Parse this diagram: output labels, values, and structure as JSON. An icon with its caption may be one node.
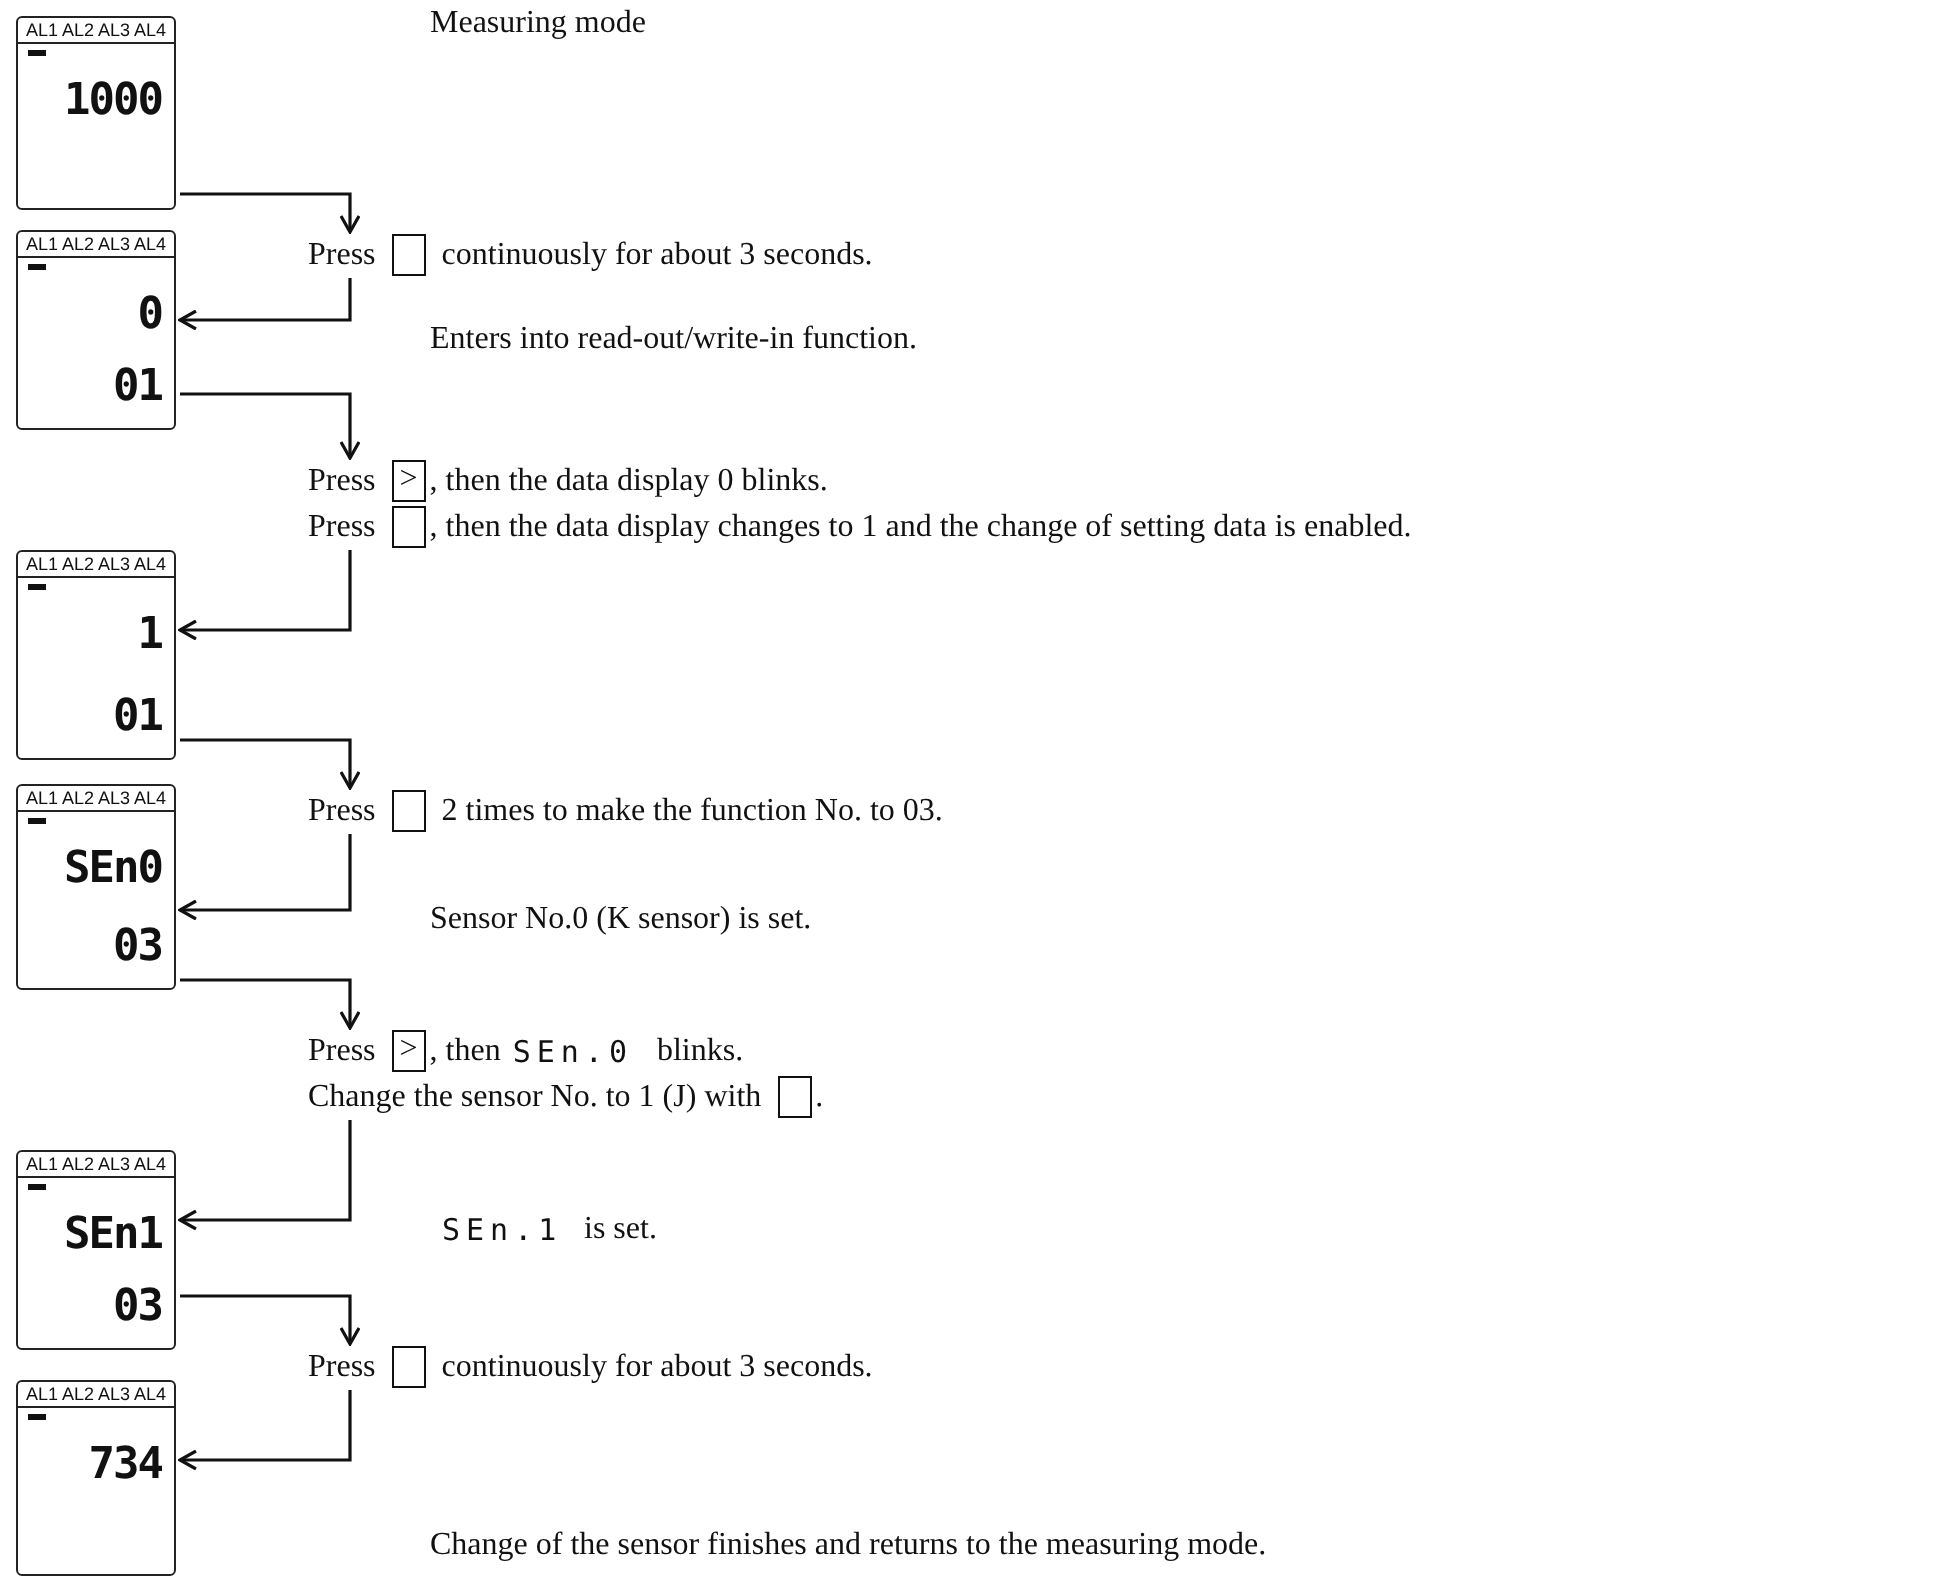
{
  "diagram": {
    "nodes": [
      {
        "text": [
          "AL1 AL2 AL3 AL4",
          "1000"
        ]
      },
      {
        "text": [
          "Press",
          "continuously for about 3 seconds."
        ]
      },
      {
        "text": [],
        "shape": "box",
        "in": 1
      },
      {
        "text": [
          "AL1 AL2 AL3 AL4",
          "0",
          "01"
        ]
      },
      {
        "text": [
          "Press",
          ", then the data display 0 blinks.",
          "Press",
          ", then the data display changes to 1 and the change of setting data is enabled."
        ]
      },
      {
        "text": [
          ">"
        ],
        "in": 4
      },
      {
        "text": [],
        "shape": "box",
        "in": 4
      },
      {
        "text": [
          "AL1 AL2 AL3 AL4",
          "1",
          "01"
        ]
      },
      {
        "text": [
          "Press",
          "2 times to make the function No. to 03."
        ]
      },
      {
        "text": [],
        "shape": "box",
        "in": 8
      },
      {
        "text": [
          "AL1 AL2 AL3 AL4",
          "SEn0",
          "03"
        ]
      },
      {
        "text": [
          "Press",
          ", then",
          "SEn.0",
          "blinks.",
          "Change the sensor No. to 1 (J) with",
          "."
        ]
      },
      {
        "text": [
          ">"
        ],
        "in": 11
      },
      {
        "text": [],
        "shape": "box",
        "in": 11
      },
      {
        "text": [
          "AL1 AL2 AL3 AL4",
          "SEn1",
          "03"
        ]
      },
      {
        "text": [
          "Press",
          "continuously for about 3 seconds."
        ]
      },
      {
        "text": [],
        "shape": "box",
        "in": 15
      },
      {
        "text": [
          "AL1 AL2 AL3 AL4",
          "734"
        ]
      }
    ],
    "labels": [
      "Measuring mode",
      "Enters into read-out/write-in function.",
      "Sensor No.0 (K sensor) is set.",
      "SEn.1",
      "is set.",
      "Change of the sensor finishes and returns to the measuring mode."
    ],
    "edges": [
      {
        "from": 0,
        "to": 1,
        "arrow": "to"
      },
      {
        "from": 1,
        "to": 3,
        "arrow": "to"
      },
      {
        "from": 3,
        "to": 4,
        "arrow": "to"
      },
      {
        "from": 4,
        "to": 7,
        "arrow": "to"
      },
      {
        "from": 7,
        "to": 8,
        "arrow": "to"
      },
      {
        "from": 8,
        "to": 10,
        "arrow": "to"
      },
      {
        "from": 10,
        "to": 11,
        "arrow": "to"
      },
      {
        "from": 11,
        "to": 14,
        "arrow": "to"
      },
      {
        "from": 14,
        "to": 15,
        "arrow": "to"
      },
      {
        "from": 15,
        "to": 17,
        "arrow": "to"
      }
    ]
  }
}
